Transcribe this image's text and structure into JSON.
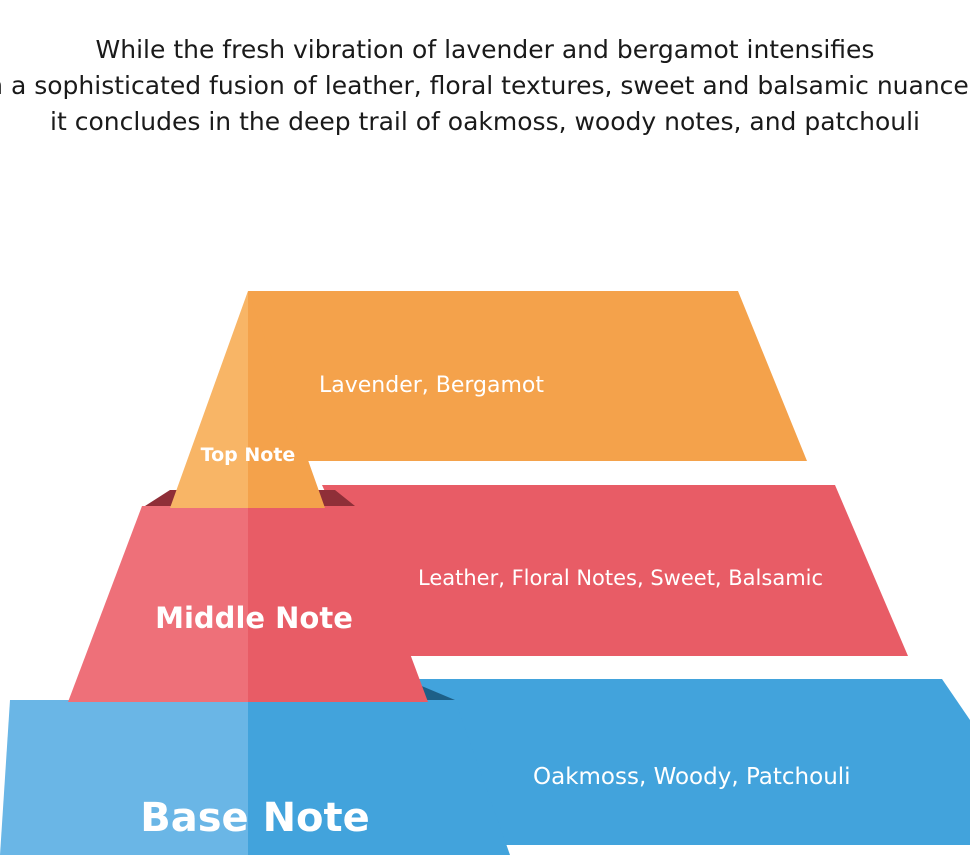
{
  "intro": {
    "line1": "While the fresh vibration of lavender and bergamot intensifies",
    "line2": "in a sophisticated fusion of leather, floral textures, sweet and balsamic nuances,",
    "line3": "it concludes in the deep trail of oakmoss, woody notes, and patchouli"
  },
  "pyramid": {
    "top": {
      "label": "Top Note",
      "notes": "Lavender, Bergamot",
      "color": "#f4a24b"
    },
    "middle": {
      "label": "Middle Note",
      "notes": "Leather, Floral Notes, Sweet, Balsamic",
      "color": "#e85c66"
    },
    "base": {
      "label": "Base Note",
      "notes": "Oakmoss, Woody, Patchouli",
      "color": "#42a3dc"
    }
  }
}
